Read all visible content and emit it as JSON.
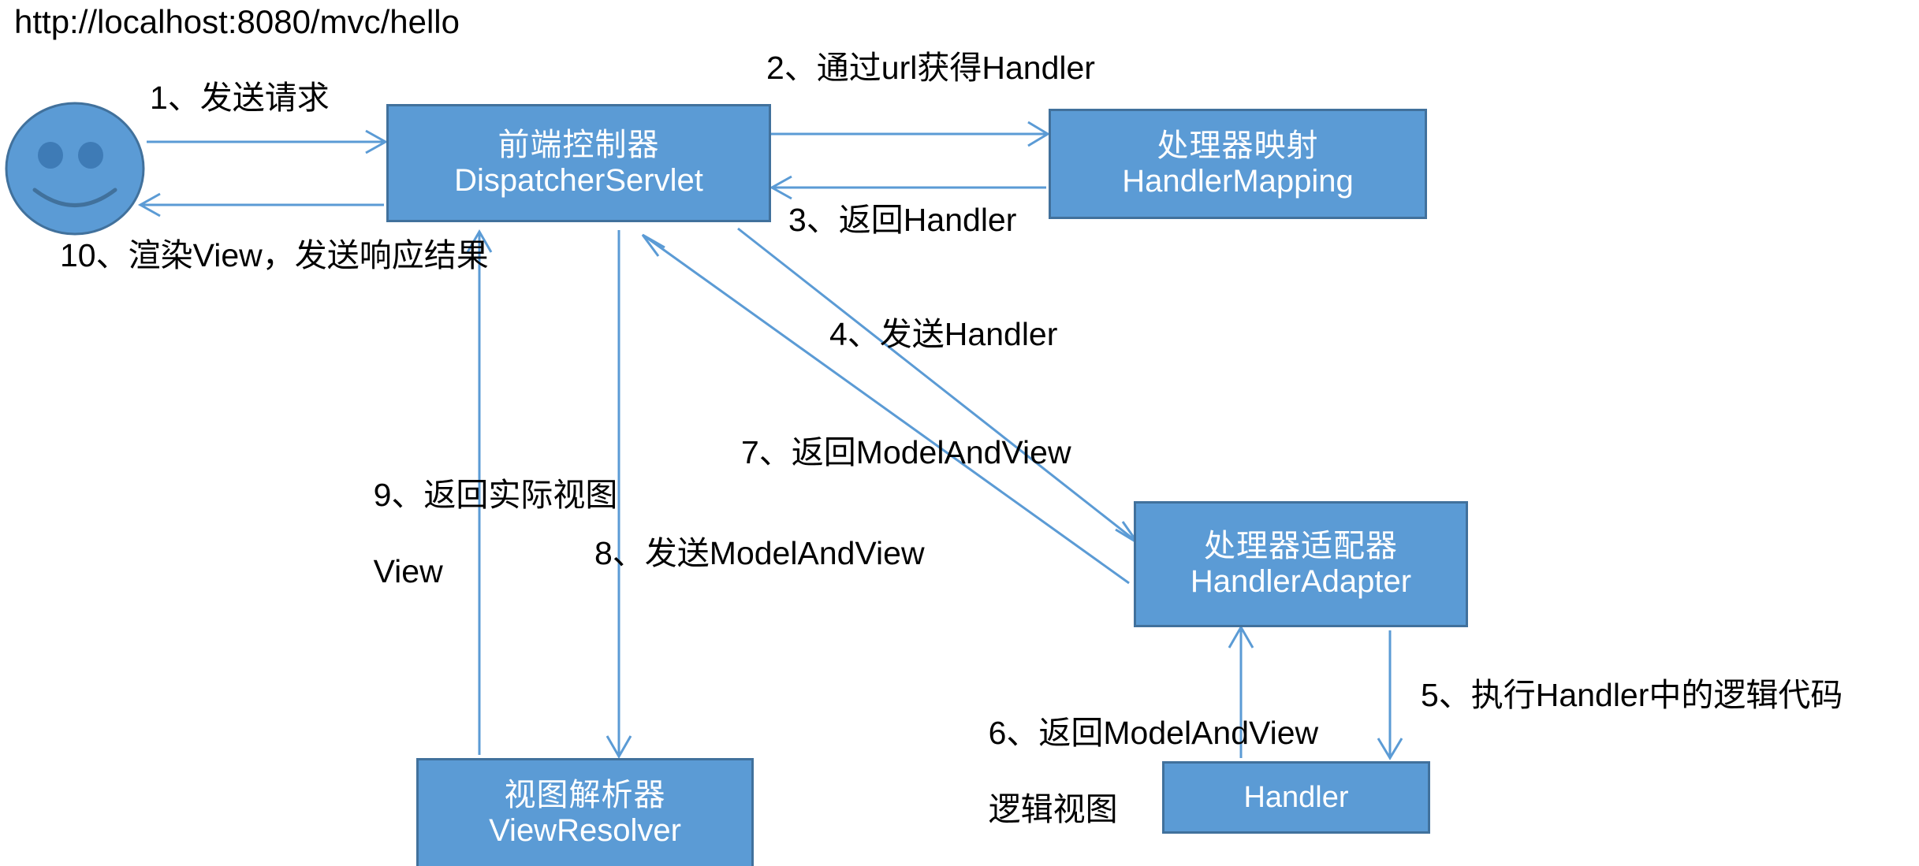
{
  "diagram": {
    "title_url": "http://localhost:8080/mvc/hello",
    "accent_fill": "#5B9BD5",
    "accent_border": "#41719C",
    "arrow_color": "#5B9BD5",
    "text_color": "#000000",
    "box_text_color": "#FFFFFF",
    "background": "#FFFFFF",
    "actor": {
      "name": "user-smiley-face",
      "face_fill": "#5B9BD5",
      "face_stroke": "#41719C",
      "eye_fill": "#3E7BB6"
    },
    "nodes": [
      {
        "id": "dispatcher-servlet",
        "cn": "前端控制器",
        "en": "DispatcherServlet"
      },
      {
        "id": "handler-mapping",
        "cn": "处理器映射",
        "en": "HandlerMapping"
      },
      {
        "id": "handler-adapter",
        "cn": "处理器适配器",
        "en": "HandlerAdapter"
      },
      {
        "id": "view-resolver",
        "cn": "视图解析器",
        "en": "ViewResolver"
      },
      {
        "id": "handler",
        "cn": "",
        "en": "Handler"
      }
    ],
    "steps": [
      {
        "num": "1",
        "text": "1、发送请求"
      },
      {
        "num": "2",
        "text": "2、通过url获得Handler"
      },
      {
        "num": "3",
        "text": "3、返回Handler"
      },
      {
        "num": "4",
        "text": "4、发送Handler"
      },
      {
        "num": "5",
        "text": "5、执行Handler中的逻辑代码"
      },
      {
        "num": "6",
        "line1": "6、返回ModelAndView",
        "line2": "逻辑视图"
      },
      {
        "num": "7",
        "text": "7、返回ModelAndView"
      },
      {
        "num": "8",
        "text": "8、发送ModelAndView"
      },
      {
        "num": "9",
        "line1": "9、返回实际视图",
        "line2": "View"
      },
      {
        "num": "10",
        "text": "10、渲染View，发送响应结果"
      }
    ]
  }
}
